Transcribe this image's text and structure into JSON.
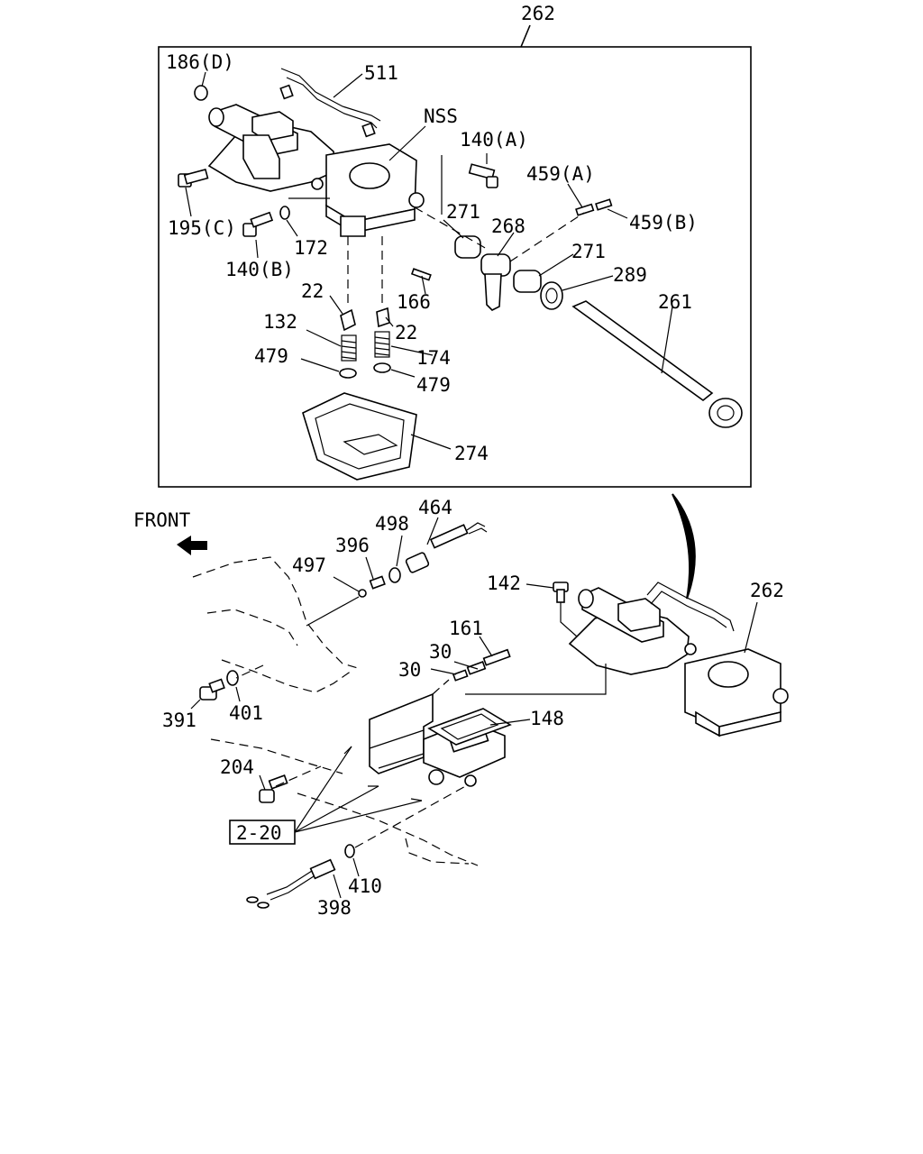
{
  "labels": {
    "assembly_top": "262",
    "assembly_bottom": "262",
    "front": "FRONT",
    "ref_box": "2-20",
    "nss": "NSS",
    "p186d": "186(D)",
    "p511": "511",
    "p140a": "140(A)",
    "p459a": "459(A)",
    "p459b": "459(B)",
    "p195c": "195(C)",
    "p172": "172",
    "p140b": "140(B)",
    "p271a": "271",
    "p268": "268",
    "p271b": "271",
    "p289": "289",
    "p261": "261",
    "p166": "166",
    "p22a": "22",
    "p22b": "22",
    "p132": "132",
    "p174": "174",
    "p479a": "479",
    "p479b": "479",
    "p274": "274",
    "p464": "464",
    "p498": "498",
    "p396": "396",
    "p497": "497",
    "p142": "142",
    "p161": "161",
    "p30a": "30",
    "p30b": "30",
    "p391": "391",
    "p401": "401",
    "p148": "148",
    "p204": "204",
    "p410": "410",
    "p398": "398"
  }
}
